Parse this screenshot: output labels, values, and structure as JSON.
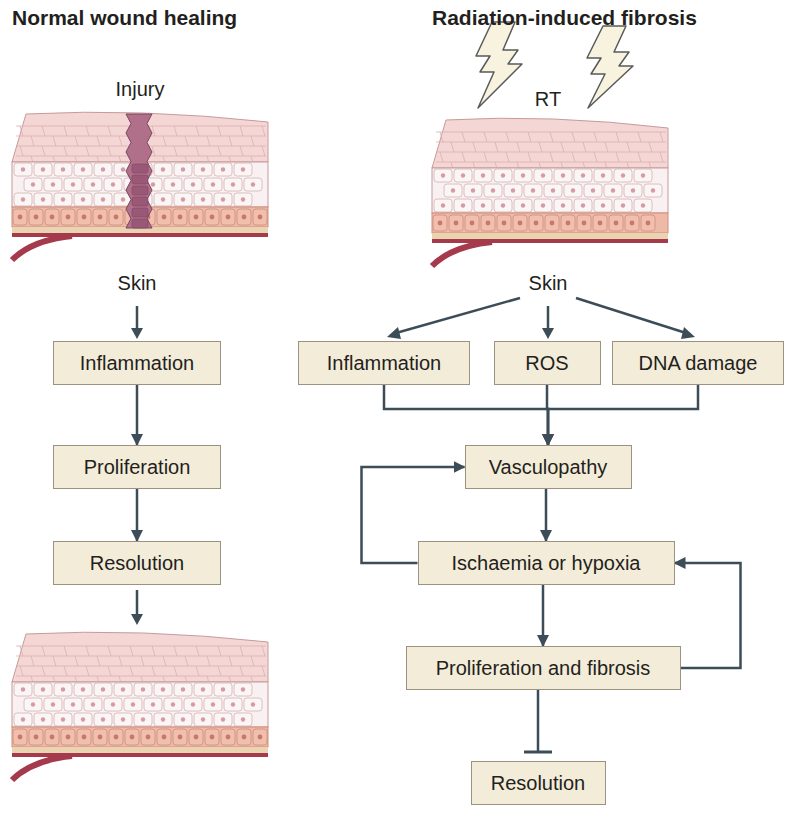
{
  "diagram": {
    "nodes": [
      {
        "text": [
          "Inflammation"
        ]
      },
      {
        "text": [
          "Proliferation"
        ]
      },
      {
        "text": [
          "Resolution"
        ]
      },
      {
        "text": [
          "Inflammation"
        ]
      },
      {
        "text": [
          "ROS"
        ]
      },
      {
        "text": [
          "DNA damage"
        ]
      },
      {
        "text": [
          "Vasculopathy"
        ]
      },
      {
        "text": [
          "Ischaemia or hypoxia"
        ]
      },
      {
        "text": [
          "Proliferation and fibrosis"
        ]
      },
      {
        "text": [
          "Resolution"
        ]
      }
    ],
    "edges": [
      {
        "from": 0,
        "to": 1,
        "arrow": "to"
      },
      {
        "from": 1,
        "to": 2,
        "arrow": "to"
      },
      {
        "from": 3,
        "to": 6,
        "arrow": "to"
      },
      {
        "from": 4,
        "to": 6,
        "arrow": "to"
      },
      {
        "from": 5,
        "to": 6,
        "arrow": "to"
      },
      {
        "from": 6,
        "to": 7,
        "arrow": "to"
      },
      {
        "from": 7,
        "to": 6,
        "arrow": "to"
      },
      {
        "from": 7,
        "to": 8,
        "arrow": "to"
      },
      {
        "from": 8,
        "to": 7,
        "arrow": "to"
      },
      {
        "from": 8,
        "to": 9,
        "arrow": "to"
      }
    ],
    "labels": [
      "Normal wound healing",
      "Radiation-induced fibrosis",
      "Injury",
      "RT",
      "Skin",
      "Skin"
    ]
  }
}
